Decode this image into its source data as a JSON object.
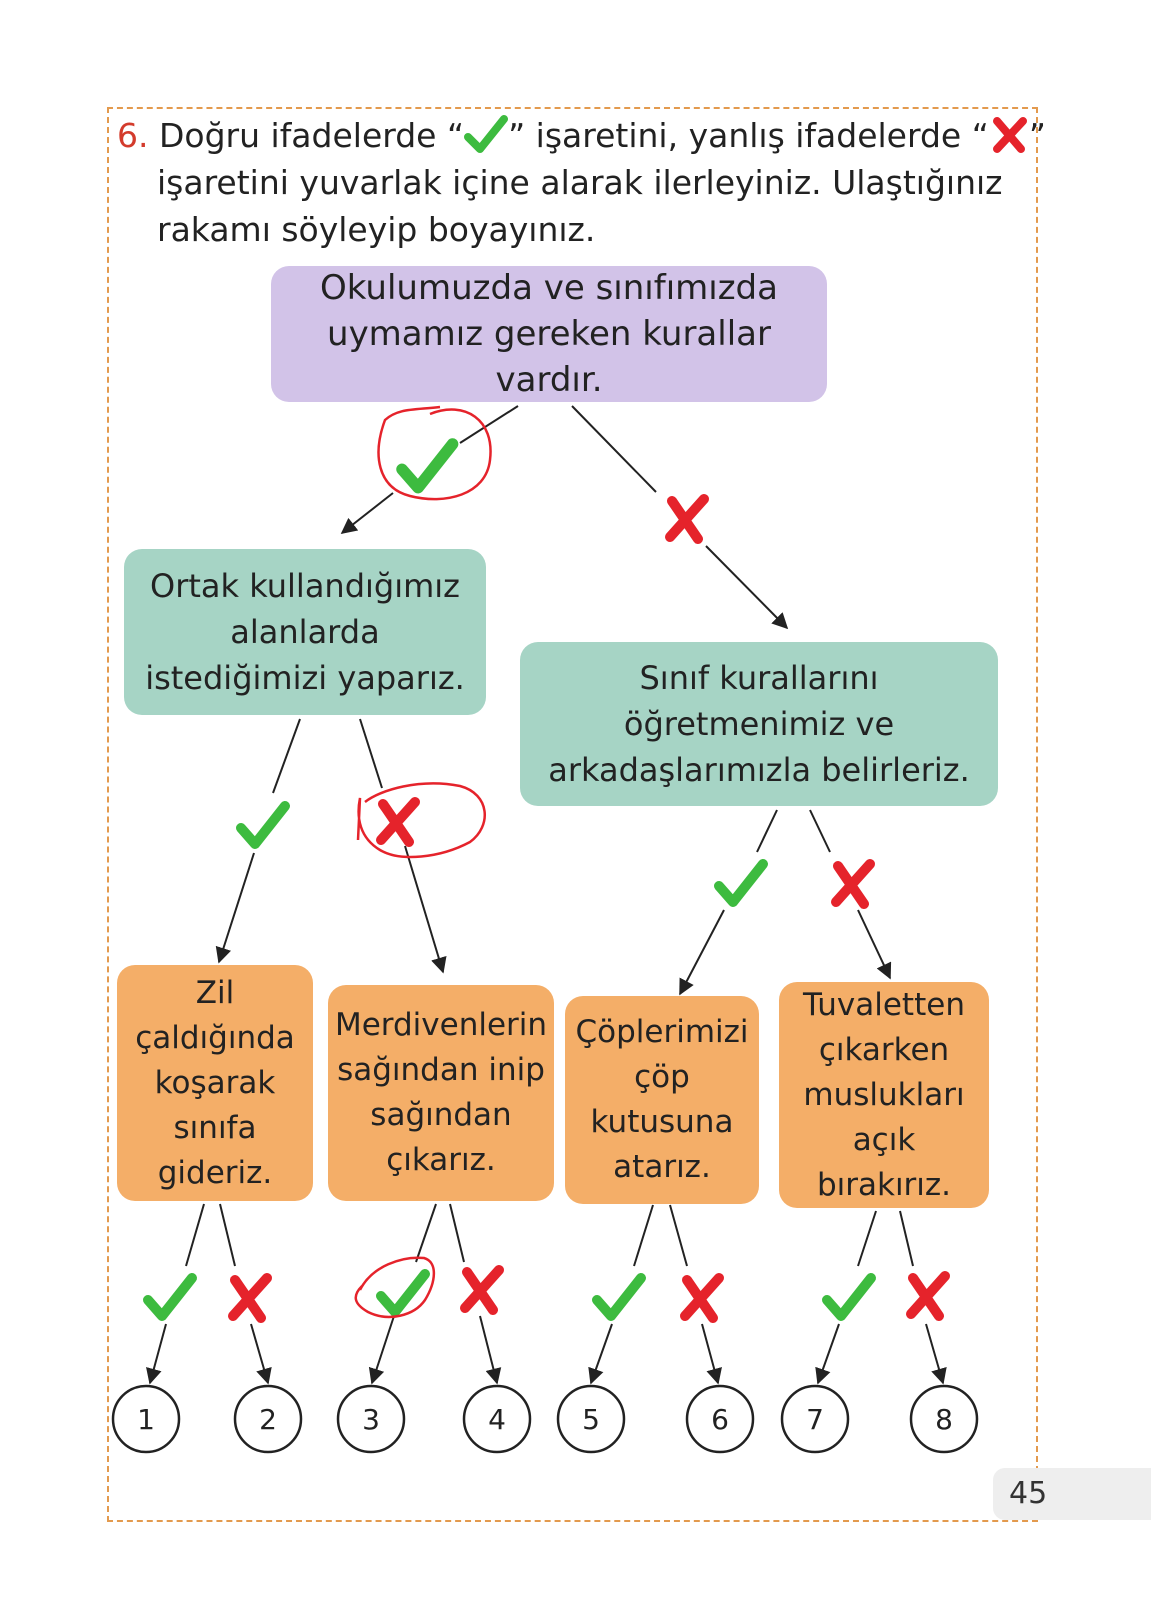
{
  "question": {
    "number": "6.",
    "line1_a": "Doğru ifadelerde “",
    "line1_b": "” işaretini, yanlış ifadelerde “",
    "line1_c": "”",
    "line2": "işaretini yuvarlak içine alarak ilerleyiniz. Ulaştığınız",
    "line3": "rakamı söyleyip boyayınız."
  },
  "top_box": {
    "line1": "Okulumuzda ve sınıfımızda",
    "line2": "uymamız gereken kurallar vardır."
  },
  "left_box": {
    "line1": "Ortak kullandığımız",
    "line2": "alanlarda",
    "line3": "istediğimizi yaparız."
  },
  "right_box": {
    "line1": "Sınıf kurallarını",
    "line2": "öğretmenimiz ve",
    "line3": "arkadaşlarımızla belirleriz."
  },
  "leaf_boxes": [
    {
      "lines": [
        "Zil",
        "çaldığında",
        "koşarak",
        "sınıfa",
        "gideriz."
      ]
    },
    {
      "lines": [
        "Merdivenlerin",
        "sağından inip",
        "sağından",
        "çıkarız."
      ]
    },
    {
      "lines": [
        "Çöplerimizi",
        "çöp",
        "kutusuna",
        "atarız."
      ]
    },
    {
      "lines": [
        "Tuvaletten",
        "çıkarken",
        "muslukları",
        "açık",
        "bırakırız."
      ]
    }
  ],
  "end_numbers": [
    "1",
    "2",
    "3",
    "4",
    "5",
    "6",
    "7",
    "8"
  ],
  "page_number": "45",
  "colors": {
    "check": "#3dbb3f",
    "cross": "#e5232b",
    "annotation": "#e5232b",
    "frame": "#e39a4e"
  }
}
